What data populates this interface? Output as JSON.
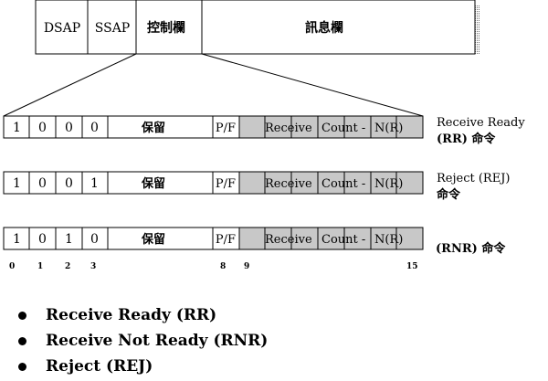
{
  "header_fields": [
    "DSAP",
    "SSAP",
    "控制欄",
    "訊息欄"
  ],
  "frames": [
    {
      "bits": [
        "1",
        "0",
        "0",
        "0"
      ],
      "reserved": "保留",
      "pf": "P/F",
      "receive_count": [
        "Receive",
        "Count -",
        "N(R)"
      ],
      "name_lines": [
        "Receive Ready",
        "(RR) 命令"
      ]
    },
    {
      "bits": [
        "1",
        "0",
        "0",
        "1"
      ],
      "reserved": "保留",
      "pf": "P/F",
      "receive_count": [
        "Receive",
        "Count -",
        "N(R)"
      ],
      "name_lines": [
        "Reject (REJ)",
        "命令"
      ]
    },
    {
      "bits": [
        "1",
        "0",
        "1",
        "0"
      ],
      "reserved": "保留",
      "pf": "P/F",
      "receive_count": [
        "Receive",
        "Count -",
        "N(R)"
      ],
      "name_lines": [
        "(RNR) 命令"
      ]
    }
  ],
  "bit_positions": [
    "0",
    "1",
    "2",
    "3",
    "8",
    "9",
    "15"
  ],
  "bullets": [
    "Receive Ready (RR)",
    "Receive Not Ready (RNR)",
    "Reject (REJ)"
  ],
  "colors": {
    "shaded": "#c8c8c8",
    "shadow": "#808080",
    "stroke": "#000000"
  }
}
